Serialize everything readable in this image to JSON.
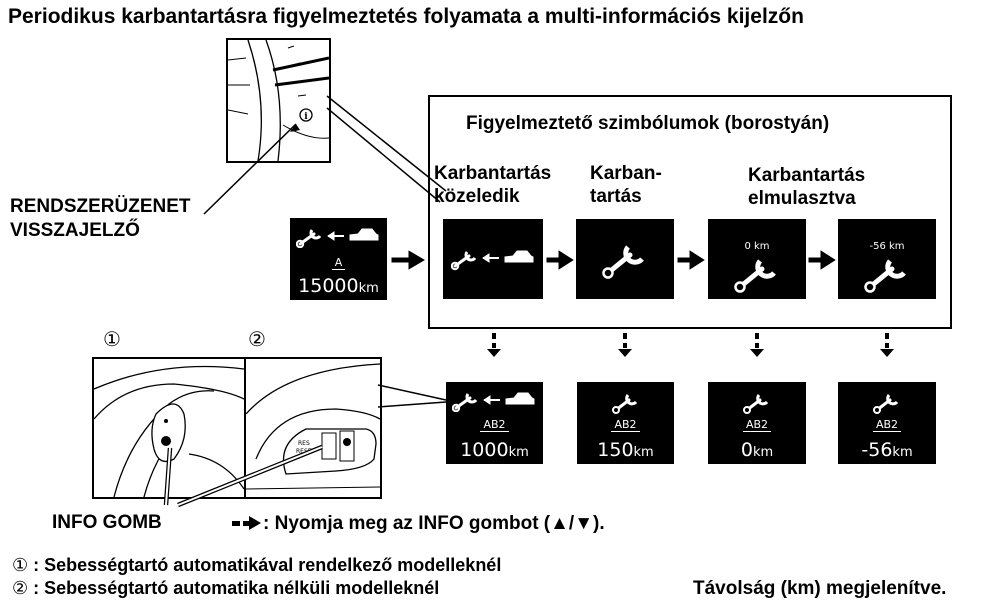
{
  "title": "Periodikus karbantartásra figyelmeztetés folyamata a multi-információs kijelzőn",
  "symbols_heading": "Figyelmeztető szimbólumok (borostyán)",
  "stages": {
    "s1_line1": "Karbantartás",
    "s1_line2": "közeledik",
    "s2_line1": "Karban-",
    "s2_line2": "tartás",
    "s3_line1": "Karbantartás",
    "s3_line2": "elmulasztva"
  },
  "indicator": {
    "line1": "RENDSZERÜZENET",
    "line2": "VISSZAJELZŐ"
  },
  "start_screen": {
    "code": "A",
    "km": "15000",
    "unit": "km"
  },
  "warning_screens": [
    {
      "top_value": ""
    },
    {
      "top_value": ""
    },
    {
      "top_value": "0 km"
    },
    {
      "top_value": "-56 km"
    }
  ],
  "bottom_screens": [
    {
      "code": "AB2",
      "km": "1000",
      "unit": "km"
    },
    {
      "code": "AB2",
      "km": "150",
      "unit": "km"
    },
    {
      "code": "AB2",
      "km": "0",
      "unit": "km"
    },
    {
      "code": "AB2",
      "km": "-56",
      "unit": "km"
    }
  ],
  "circle_1": "①",
  "circle_2": "②",
  "info_button_label": "INFO GOMB",
  "legend": {
    "text": ": Nyomja meg az INFO gombot (▲/▼)."
  },
  "notes": {
    "n1_mark": "①",
    "n1_text": ": Sebességtartó automatikával rendelkező modelleknél",
    "n2_mark": "②",
    "n2_text": ": Sebességtartó automatika nélküli modelleknél"
  },
  "distance_note": "Távolság (km) megjelenítve.",
  "colors": {
    "screen_bg": "#000000",
    "screen_fg": "#ffffff",
    "line": "#000000"
  },
  "icons": [
    "wrench-icon",
    "car-icon",
    "info-icon",
    "arrow-right-icon",
    "dashed-arrow-down-icon"
  ]
}
